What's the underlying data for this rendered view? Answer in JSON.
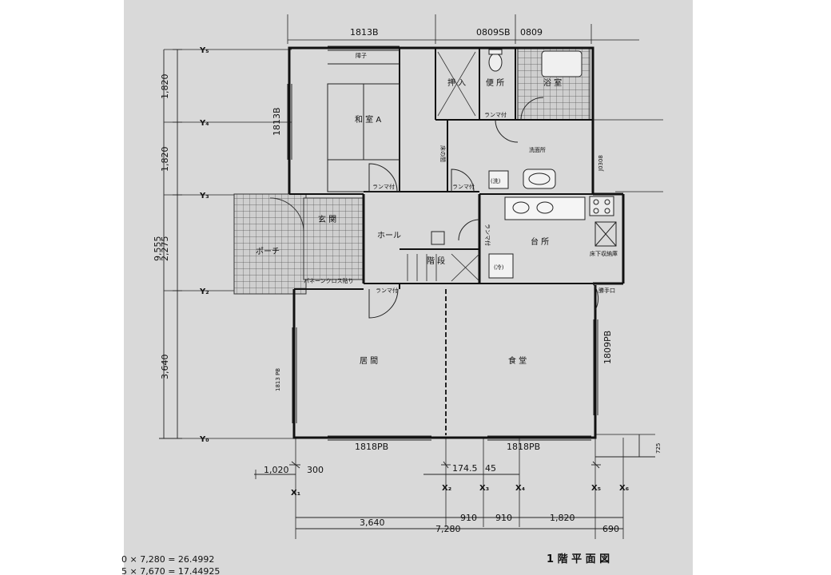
{
  "sheet_title": "1 階 平 面 図",
  "rooms": {
    "washitsu_a": "和 室 A",
    "oshiire": "押 入",
    "toilet": "便 所",
    "bathroom": "浴 室",
    "senmenjo": "洗面所",
    "genkan": "玄 関",
    "hall": "ホール",
    "kaidan": "階 段",
    "kitchen": "台 所",
    "porch": "ポーチ",
    "living": "居 間",
    "dining": "食 堂",
    "underfloor_storage": "床下収納庫",
    "kattekuchi": "勝手口",
    "tokonoma": "床の間",
    "shoji": "障子",
    "washer": "(洗)",
    "refrigerator": "(冷)",
    "partition_cross": "パネーンクロス貼り"
  },
  "transom_label": "ランマ付",
  "window_codes": {
    "top_left": "1813B",
    "top_mid": "0809SB",
    "top_right": "0809",
    "left_upper": "1813B",
    "right_j": "J0308",
    "right_pb": "1809PB",
    "left_pb": "1813 PB",
    "bottom_left": "1818PB",
    "bottom_right": "1818PB"
  },
  "y_axes": [
    "Y₅",
    "Y₄",
    "Y₃",
    "Y₂",
    "Y₀"
  ],
  "x_axes": [
    "X₁",
    "X₂",
    "X₃",
    "X₄",
    "X₅",
    "X₆"
  ],
  "left_dims": {
    "d1": "1,820",
    "d2": "1,820",
    "d3": "2,275",
    "d4": "3,640",
    "total": "9,555"
  },
  "bottom_offsets": {
    "a": "1,020",
    "b": "300",
    "c": "174.5",
    "d": "45",
    "right": "725"
  },
  "bottom_dims": {
    "d1": "3,640",
    "d2": "910",
    "d3": "910",
    "d4": "1,820",
    "total": "7,280",
    "extra": "690"
  },
  "calc_lines": [
    "0 × 7,280 = 26.4992",
    "5 × 7,670 = 17.44925"
  ]
}
